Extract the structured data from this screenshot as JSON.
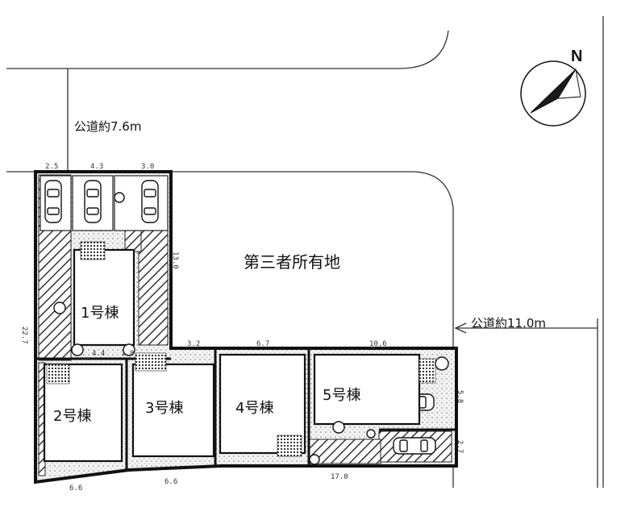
{
  "compass": {
    "north_label": "N",
    "icon": "compass-icon"
  },
  "roads": {
    "west_road": "公道約7.6m",
    "east_road": "公道約11.0m"
  },
  "third_party_land": "第三者所有地",
  "buildings": [
    {
      "label": "1号棟"
    },
    {
      "label": "2号棟"
    },
    {
      "label": "3号棟"
    },
    {
      "label": "4号棟"
    },
    {
      "label": "5号棟"
    }
  ],
  "dimensions": {
    "top_a": "2.5",
    "top_b": "4.3",
    "top_c": "3.0",
    "left_side": "22.7",
    "lot1_side": "13.0",
    "mid_a": "3.2",
    "mid_b": "6.7",
    "mid_c": "10.6",
    "right_upper": "5.8",
    "right_lower": "2.7",
    "bottom_a": "6.6",
    "bottom_b": "6.6",
    "bottom_c": "17.0",
    "lot1_bottom": "4.4",
    "lot1_bottom_b": "1.8"
  }
}
